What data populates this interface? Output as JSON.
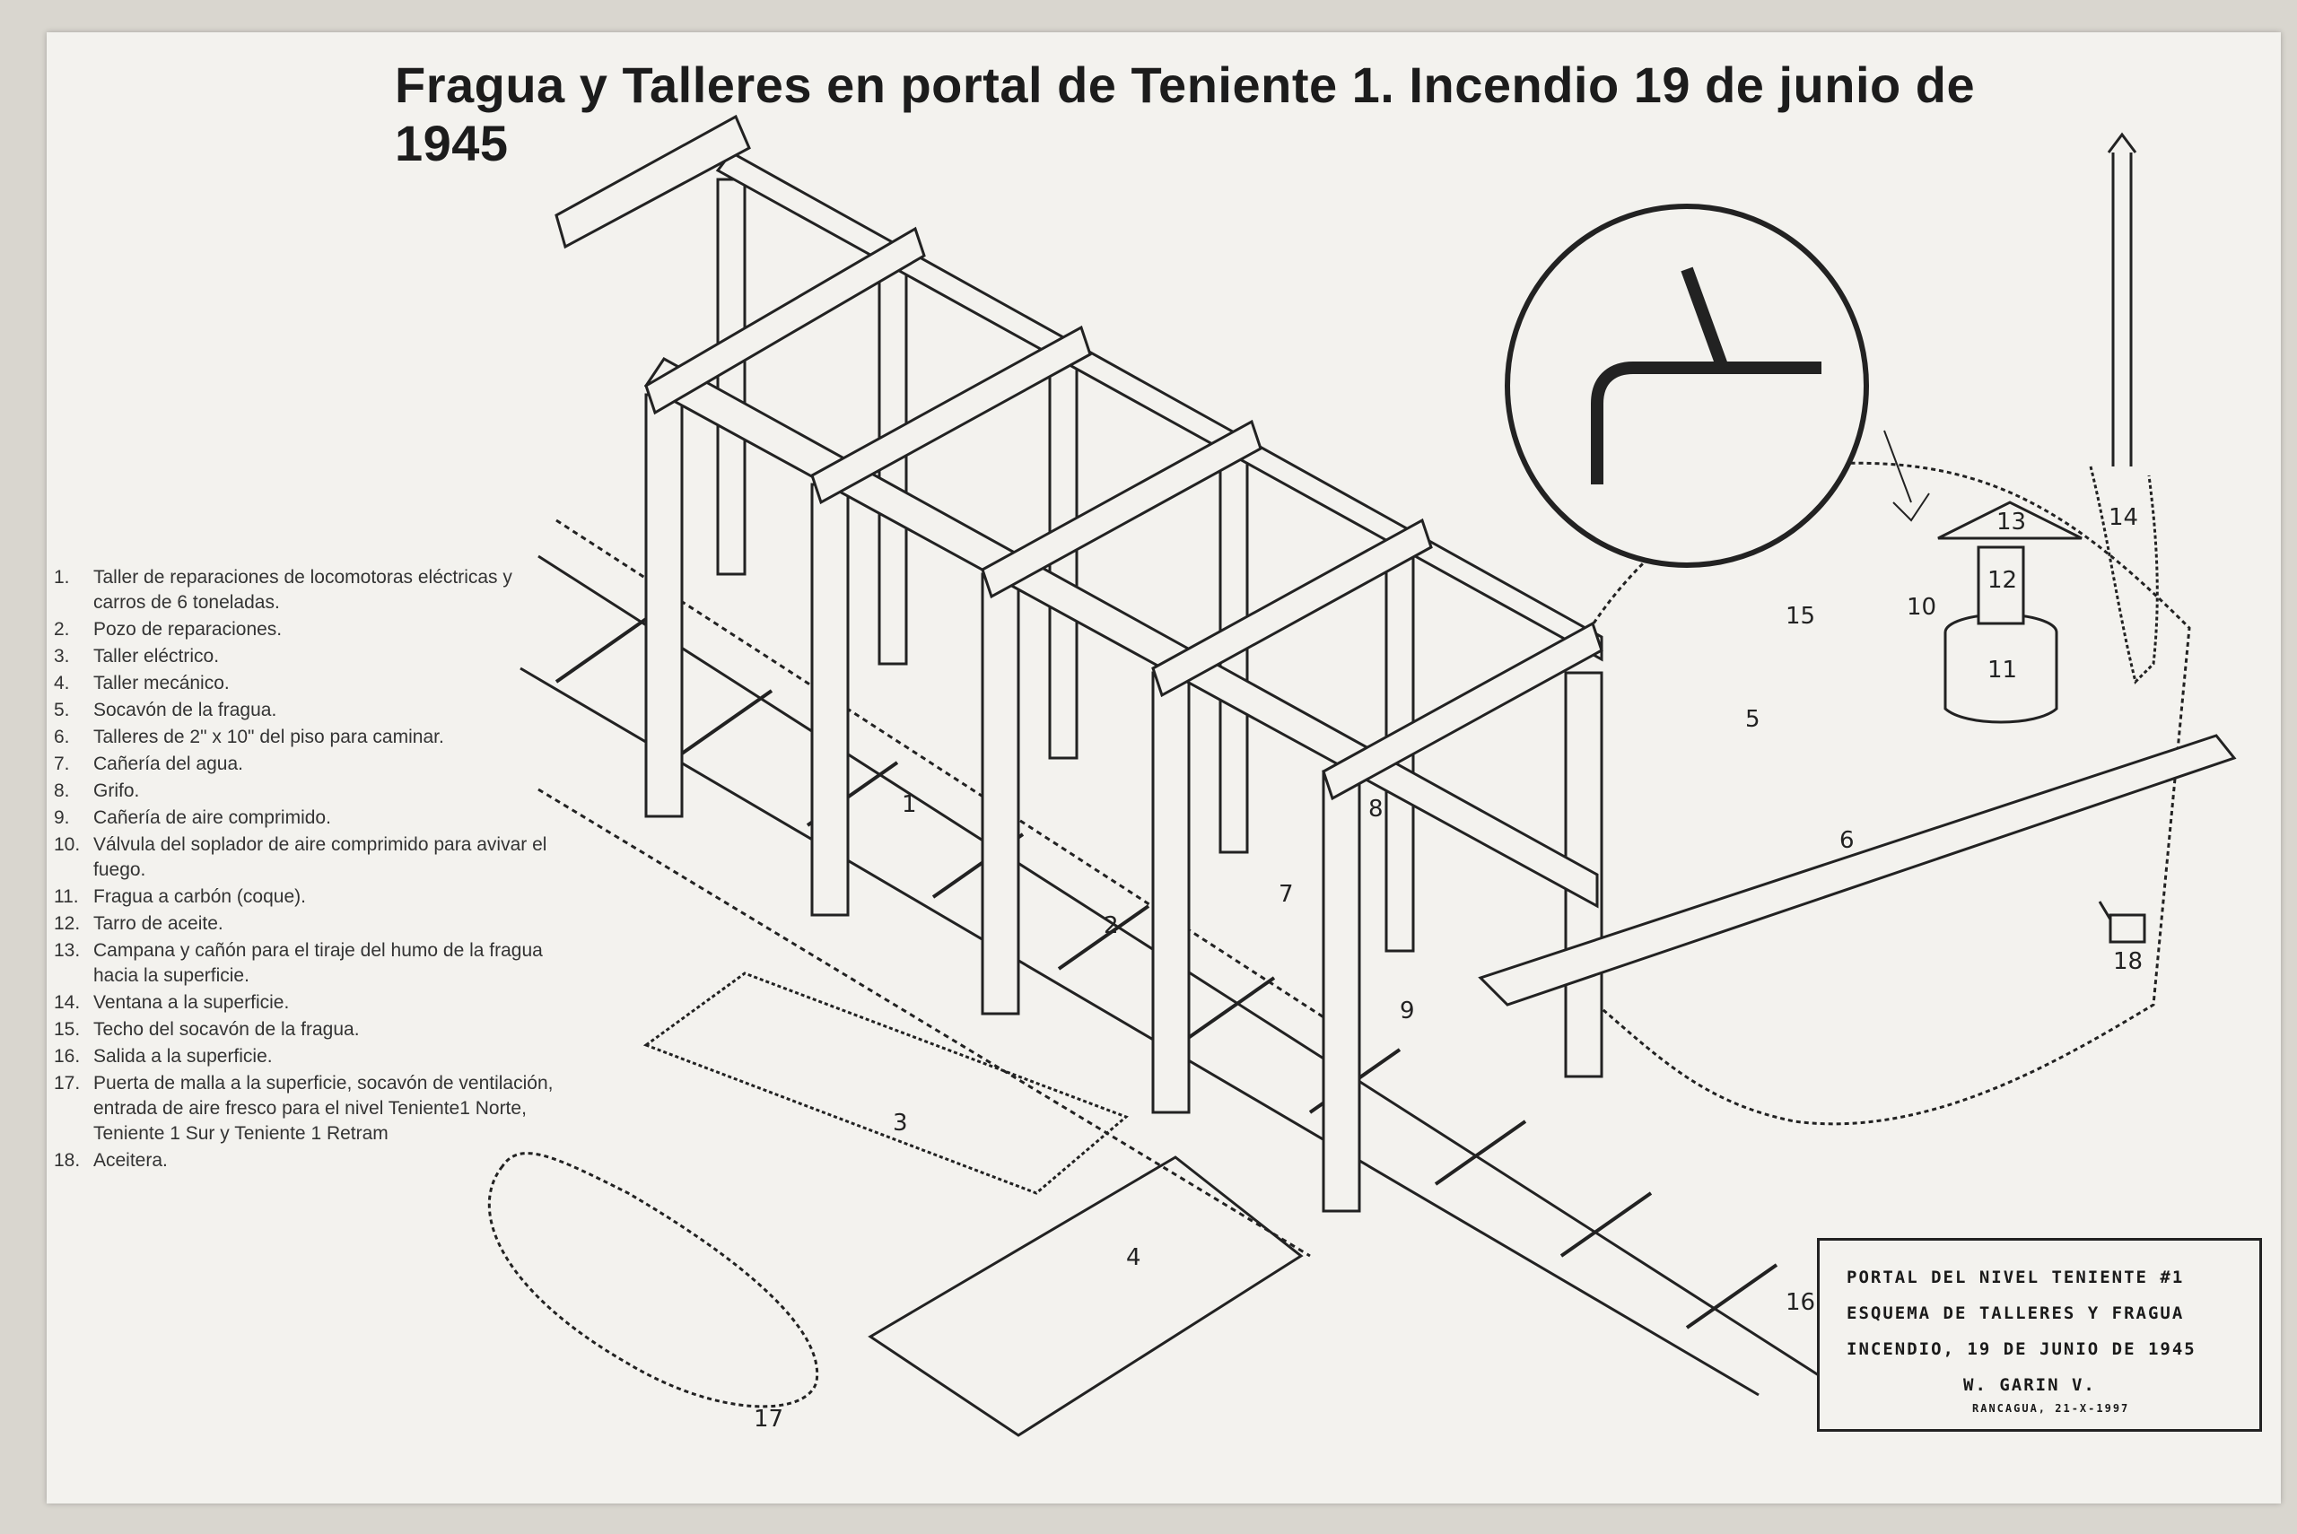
{
  "title": "Fragua y Talleres en portal de Teniente 1. Incendio 19 de junio de 1945",
  "legend": [
    {
      "num": "1.",
      "text": "Taller de reparaciones de locomotoras eléctricas y carros de 6 toneladas."
    },
    {
      "num": "2.",
      "text": "Pozo de reparaciones."
    },
    {
      "num": "3.",
      "text": "Taller eléctrico."
    },
    {
      "num": "4.",
      "text": "Taller mecánico."
    },
    {
      "num": "5.",
      "text": "Socavón de la fragua."
    },
    {
      "num": "6.",
      "text": "Talleres de 2\" x 10\" del piso para caminar."
    },
    {
      "num": "7.",
      "text": "Cañería del agua."
    },
    {
      "num": "8.",
      "text": "Grifo."
    },
    {
      "num": "9.",
      "text": "Cañería de aire comprimido."
    },
    {
      "num": "10.",
      "text": "Válvula del soplador de aire comprimido para avivar el fuego."
    },
    {
      "num": "11.",
      "text": "Fragua a carbón (coque)."
    },
    {
      "num": "12.",
      "text": "Tarro de aceite."
    },
    {
      "num": "13.",
      "text": "Campana y cañón para el tiraje del humo de la fragua hacia la superficie."
    },
    {
      "num": "14.",
      "text": "Ventana a la superficie."
    },
    {
      "num": "15.",
      "text": "Techo del socavón de la fragua."
    },
    {
      "num": "16.",
      "text": "Salida a la superficie."
    },
    {
      "num": "17.",
      "text": "Puerta de malla a la superficie, socavón de ventilación, entrada de aire fresco para el nivel Teniente1 Norte, Teniente 1 Sur y Teniente 1 Retram"
    },
    {
      "num": "18.",
      "text": "Aceitera."
    }
  ],
  "diagram_labels": {
    "l1": "1",
    "l2": "2",
    "l3": "3",
    "l4": "4",
    "l5": "5",
    "l6": "6",
    "l7": "7",
    "l8": "8",
    "l9": "9",
    "l10": "10",
    "l11": "11",
    "l12": "12",
    "l13": "13",
    "l14": "14",
    "l15": "15",
    "l16": "16",
    "l17": "17",
    "l18": "18"
  },
  "stamp": {
    "line1": "PORTAL DEL NIVEL TENIENTE #1",
    "line2": "ESQUEMA DE TALLERES Y FRAGUA",
    "line3": "INCENDIO, 19 DE JUNIO DE 1945",
    "line4": "W. GARIN V.",
    "line5": "RANCAGUA, 21-X-1997"
  }
}
